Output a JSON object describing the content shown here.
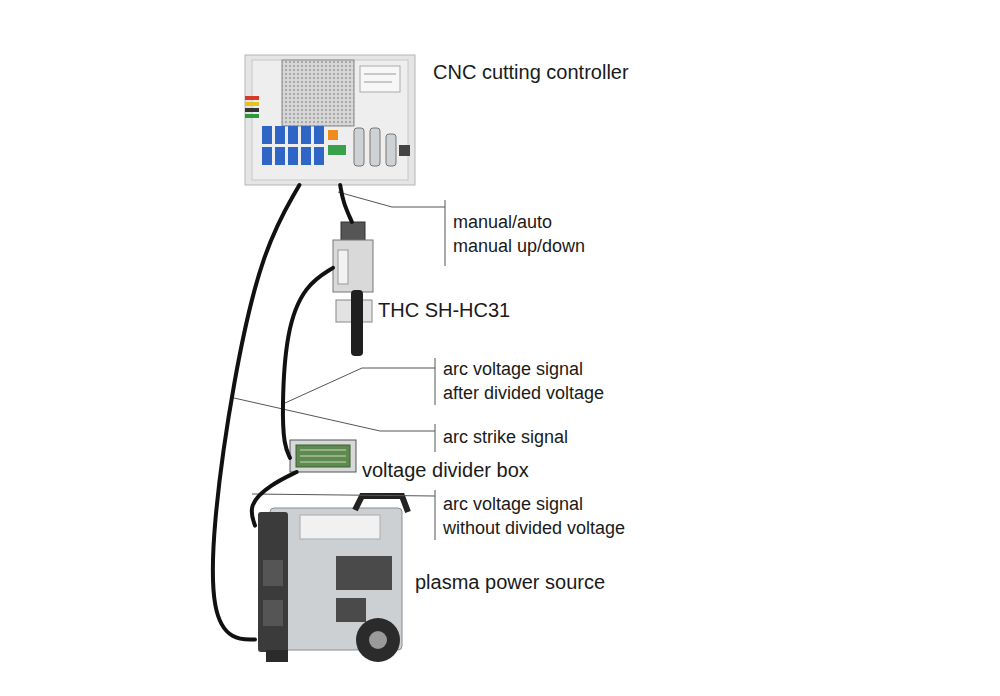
{
  "diagram": {
    "nodes": [
      {
        "text": [
          "CNC cutting controller"
        ]
      },
      {
        "text": [
          "THC SH-HC31"
        ]
      },
      {
        "text": [
          "voltage divider box"
        ]
      },
      {
        "text": [
          "plasma power source"
        ]
      }
    ],
    "edges": [
      {
        "from": 0,
        "to": 1,
        "arrow": "none",
        "label": "manual/auto manual up/down"
      },
      {
        "from": 1,
        "to": 2,
        "arrow": "none",
        "label": "arc voltage signal after divided voltage"
      },
      {
        "from": 0,
        "to": 3,
        "arrow": "none",
        "label": "arc strike signal"
      },
      {
        "from": 2,
        "to": 3,
        "arrow": "none",
        "label": "arc voltage signal without divided voltage"
      }
    ]
  }
}
